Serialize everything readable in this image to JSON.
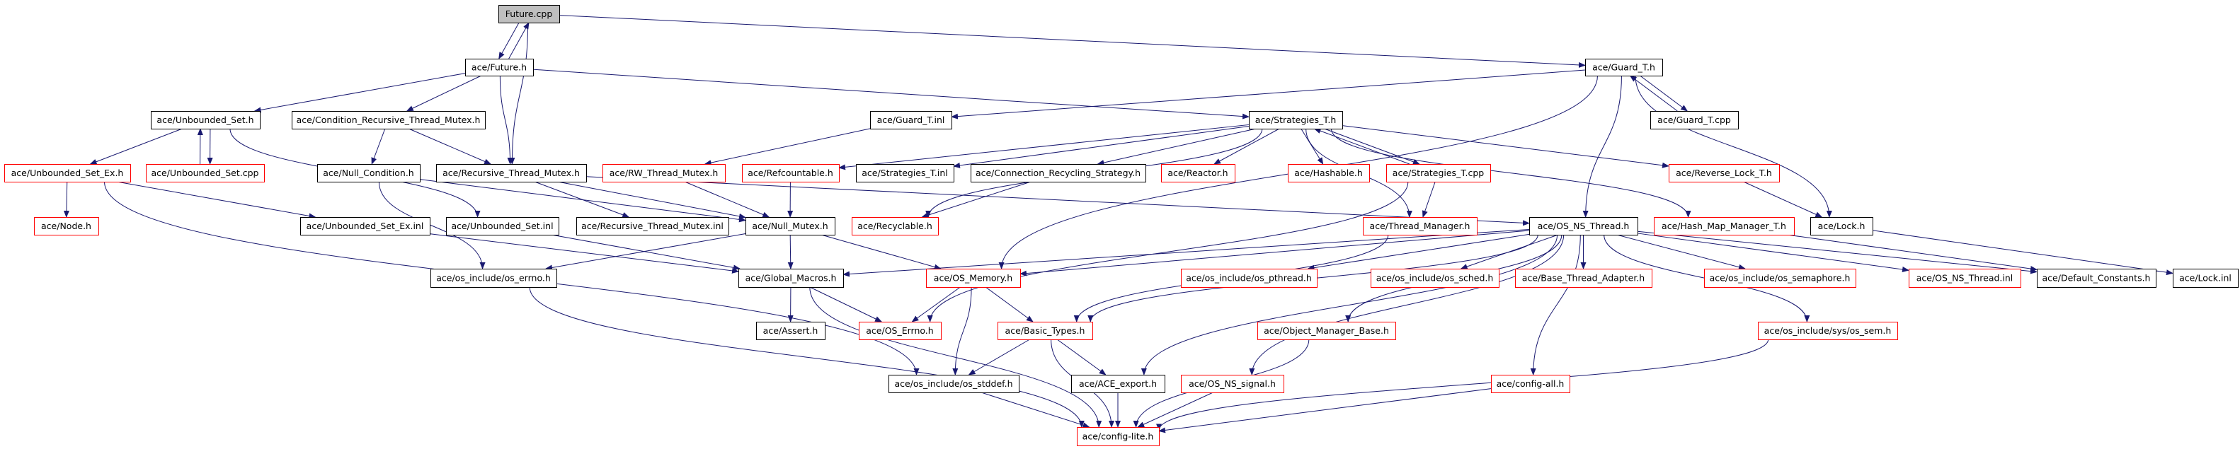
{
  "diagram": {
    "title": "Future.cpp include dependency graph",
    "colors": {
      "edge": "#191970",
      "root_fill": "#bfbfbf",
      "documented_border": "#000000",
      "undocumented_border": "#ff0000",
      "background": "#ffffff"
    },
    "legend_semantics": {
      "root": "file being documented (gray fill)",
      "documented": "black border",
      "undocumented": "red border"
    },
    "nodes": [
      {
        "id": "future_cpp",
        "label": "Future.cpp",
        "kind": "root"
      },
      {
        "id": "future_h",
        "label": "ace/Future.h",
        "kind": "documented"
      },
      {
        "id": "guard_t_h",
        "label": "ace/Guard_T.h",
        "kind": "documented"
      },
      {
        "id": "unbounded_set_h",
        "label": "ace/Unbounded_Set.h",
        "kind": "documented"
      },
      {
        "id": "cond_rec_thread_mutex_h",
        "label": "ace/Condition_Recursive_Thread_Mutex.h",
        "kind": "documented"
      },
      {
        "id": "guard_t_inl",
        "label": "ace/Guard_T.inl",
        "kind": "documented"
      },
      {
        "id": "strategies_t_h",
        "label": "ace/Strategies_T.h",
        "kind": "documented"
      },
      {
        "id": "guard_t_cpp",
        "label": "ace/Guard_T.cpp",
        "kind": "documented"
      },
      {
        "id": "unbounded_set_ex_h",
        "label": "ace/Unbounded_Set_Ex.h",
        "kind": "undocumented"
      },
      {
        "id": "unbounded_set_cpp",
        "label": "ace/Unbounded_Set.cpp",
        "kind": "undocumented"
      },
      {
        "id": "null_condition_h",
        "label": "ace/Null_Condition.h",
        "kind": "documented"
      },
      {
        "id": "rec_thread_mutex_h",
        "label": "ace/Recursive_Thread_Mutex.h",
        "kind": "documented"
      },
      {
        "id": "rw_thread_mutex_h",
        "label": "ace/RW_Thread_Mutex.h",
        "kind": "undocumented"
      },
      {
        "id": "refcountable_h",
        "label": "ace/Refcountable.h",
        "kind": "undocumented"
      },
      {
        "id": "strategies_t_inl",
        "label": "ace/Strategies_T.inl",
        "kind": "documented"
      },
      {
        "id": "conn_recycling_strategy_h",
        "label": "ace/Connection_Recycling_Strategy.h",
        "kind": "documented"
      },
      {
        "id": "reactor_h",
        "label": "ace/Reactor.h",
        "kind": "undocumented"
      },
      {
        "id": "hashable_h",
        "label": "ace/Hashable.h",
        "kind": "undocumented"
      },
      {
        "id": "strategies_t_cpp",
        "label": "ace/Strategies_T.cpp",
        "kind": "undocumented"
      },
      {
        "id": "reverse_lock_t_h",
        "label": "ace/Reverse_Lock_T.h",
        "kind": "undocumented"
      },
      {
        "id": "node_h",
        "label": "ace/Node.h",
        "kind": "undocumented"
      },
      {
        "id": "unbounded_set_ex_inl",
        "label": "ace/Unbounded_Set_Ex.inl",
        "kind": "documented"
      },
      {
        "id": "unbounded_set_inl",
        "label": "ace/Unbounded_Set.inl",
        "kind": "documented"
      },
      {
        "id": "rec_thread_mutex_inl",
        "label": "ace/Recursive_Thread_Mutex.inl",
        "kind": "documented"
      },
      {
        "id": "null_mutex_h",
        "label": "ace/Null_Mutex.h",
        "kind": "documented"
      },
      {
        "id": "recyclable_h",
        "label": "ace/Recyclable.h",
        "kind": "undocumented"
      },
      {
        "id": "thread_manager_h",
        "label": "ace/Thread_Manager.h",
        "kind": "undocumented"
      },
      {
        "id": "os_ns_thread_h",
        "label": "ace/OS_NS_Thread.h",
        "kind": "documented"
      },
      {
        "id": "hash_map_manager_t_h",
        "label": "ace/Hash_Map_Manager_T.h",
        "kind": "undocumented"
      },
      {
        "id": "lock_h",
        "label": "ace/Lock.h",
        "kind": "documented"
      },
      {
        "id": "os_errno_h",
        "label": "ace/os_include/os_errno.h",
        "kind": "documented"
      },
      {
        "id": "global_macros_h",
        "label": "ace/Global_Macros.h",
        "kind": "documented"
      },
      {
        "id": "os_memory_h",
        "label": "ace/OS_Memory.h",
        "kind": "undocumented"
      },
      {
        "id": "os_pthread_h",
        "label": "ace/os_include/os_pthread.h",
        "kind": "undocumented"
      },
      {
        "id": "os_sched_h",
        "label": "ace/os_include/os_sched.h",
        "kind": "undocumented"
      },
      {
        "id": "base_thread_adapter_h",
        "label": "ace/Base_Thread_Adapter.h",
        "kind": "undocumented"
      },
      {
        "id": "os_semaphore_h",
        "label": "ace/os_include/os_semaphore.h",
        "kind": "undocumented"
      },
      {
        "id": "os_ns_thread_inl",
        "label": "ace/OS_NS_Thread.inl",
        "kind": "undocumented"
      },
      {
        "id": "default_constants_h",
        "label": "ace/Default_Constants.h",
        "kind": "documented"
      },
      {
        "id": "lock_inl",
        "label": "ace/Lock.inl",
        "kind": "documented"
      },
      {
        "id": "assert_h",
        "label": "ace/Assert.h",
        "kind": "documented"
      },
      {
        "id": "os_errno_upper_h",
        "label": "ace/OS_Errno.h",
        "kind": "undocumented"
      },
      {
        "id": "basic_types_h",
        "label": "ace/Basic_Types.h",
        "kind": "undocumented"
      },
      {
        "id": "object_manager_base_h",
        "label": "ace/Object_Manager_Base.h",
        "kind": "undocumented"
      },
      {
        "id": "os_sem_h",
        "label": "ace/os_include/sys/os_sem.h",
        "kind": "undocumented"
      },
      {
        "id": "os_stddef_h",
        "label": "ace/os_include/os_stddef.h",
        "kind": "documented"
      },
      {
        "id": "ace_export_h",
        "label": "ace/ACE_export.h",
        "kind": "documented"
      },
      {
        "id": "os_ns_signal_h",
        "label": "ace/OS_NS_signal.h",
        "kind": "undocumented"
      },
      {
        "id": "config_all_h",
        "label": "ace/config-all.h",
        "kind": "undocumented"
      },
      {
        "id": "config_lite_h",
        "label": "ace/config-lite.h",
        "kind": "undocumented"
      }
    ],
    "edges": [
      [
        "future_cpp",
        "future_h"
      ],
      [
        "future_h",
        "future_cpp"
      ],
      [
        "future_cpp",
        "rec_thread_mutex_h"
      ],
      [
        "future_cpp",
        "guard_t_h"
      ],
      [
        "future_h",
        "unbounded_set_h"
      ],
      [
        "future_h",
        "cond_rec_thread_mutex_h"
      ],
      [
        "future_h",
        "rec_thread_mutex_h"
      ],
      [
        "future_h",
        "strategies_t_h"
      ],
      [
        "unbounded_set_h",
        "unbounded_set_ex_h"
      ],
      [
        "unbounded_set_h",
        "unbounded_set_cpp"
      ],
      [
        "unbounded_set_cpp",
        "unbounded_set_h"
      ],
      [
        "unbounded_set_h",
        "unbounded_set_inl"
      ],
      [
        "unbounded_set_ex_h",
        "node_h"
      ],
      [
        "unbounded_set_ex_h",
        "unbounded_set_ex_inl"
      ],
      [
        "unbounded_set_ex_h",
        "os_stddef_h"
      ],
      [
        "cond_rec_thread_mutex_h",
        "null_condition_h"
      ],
      [
        "cond_rec_thread_mutex_h",
        "rec_thread_mutex_h"
      ],
      [
        "null_condition_h",
        "os_errno_h"
      ],
      [
        "null_condition_h",
        "null_mutex_h"
      ],
      [
        "rec_thread_mutex_h",
        "rec_thread_mutex_inl"
      ],
      [
        "rec_thread_mutex_h",
        "null_mutex_h"
      ],
      [
        "rec_thread_mutex_h",
        "os_ns_thread_h"
      ],
      [
        "unbounded_set_ex_inl",
        "global_macros_h"
      ],
      [
        "unbounded_set_inl",
        "global_macros_h"
      ],
      [
        "null_mutex_h",
        "os_errno_h"
      ],
      [
        "null_mutex_h",
        "global_macros_h"
      ],
      [
        "null_mutex_h",
        "os_memory_h"
      ],
      [
        "os_errno_h",
        "config_lite_h"
      ],
      [
        "global_macros_h",
        "assert_h"
      ],
      [
        "global_macros_h",
        "os_errno_upper_h"
      ],
      [
        "global_macros_h",
        "config_lite_h"
      ],
      [
        "os_memory_h",
        "os_errno_upper_h"
      ],
      [
        "os_memory_h",
        "basic_types_h"
      ],
      [
        "os_memory_h",
        "os_stddef_h"
      ],
      [
        "basic_types_h",
        "os_stddef_h"
      ],
      [
        "basic_types_h",
        "ace_export_h"
      ],
      [
        "basic_types_h",
        "config_lite_h"
      ],
      [
        "os_stddef_h",
        "config_lite_h"
      ],
      [
        "ace_export_h",
        "config_lite_h"
      ],
      [
        "os_ns_signal_h",
        "config_lite_h"
      ],
      [
        "object_manager_base_h",
        "config_lite_h"
      ],
      [
        "config_all_h",
        "config_lite_h"
      ],
      [
        "os_sem_h",
        "config_lite_h"
      ],
      [
        "guard_t_h",
        "guard_t_inl"
      ],
      [
        "guard_t_h",
        "guard_t_cpp"
      ],
      [
        "guard_t_cpp",
        "guard_t_h"
      ],
      [
        "guard_t_h",
        "lock_h"
      ],
      [
        "guard_t_h",
        "os_ns_thread_h"
      ],
      [
        "guard_t_h",
        "os_memory_h"
      ],
      [
        "guard_t_inl",
        "rw_thread_mutex_h"
      ],
      [
        "rw_thread_mutex_h",
        "null_mutex_h"
      ],
      [
        "strategies_t_h",
        "refcountable_h"
      ],
      [
        "strategies_t_h",
        "strategies_t_inl"
      ],
      [
        "strategies_t_h",
        "conn_recycling_strategy_h"
      ],
      [
        "strategies_t_h",
        "reactor_h"
      ],
      [
        "strategies_t_h",
        "hashable_h"
      ],
      [
        "strategies_t_h",
        "strategies_t_cpp"
      ],
      [
        "strategies_t_cpp",
        "strategies_t_h"
      ],
      [
        "strategies_t_h",
        "thread_manager_h"
      ],
      [
        "strategies_t_h",
        "reverse_lock_t_h"
      ],
      [
        "strategies_t_h",
        "hash_map_manager_t_h"
      ],
      [
        "strategies_t_h",
        "recyclable_h"
      ],
      [
        "strategies_t_cpp",
        "thread_manager_h"
      ],
      [
        "strategies_t_cpp",
        "os_errno_upper_h"
      ],
      [
        "refcountable_h",
        "null_mutex_h"
      ],
      [
        "conn_recycling_strategy_h",
        "recyclable_h"
      ],
      [
        "thread_manager_h",
        "basic_types_h"
      ],
      [
        "reverse_lock_t_h",
        "lock_h"
      ],
      [
        "lock_h",
        "lock_inl"
      ],
      [
        "hash_map_manager_t_h",
        "default_constants_h"
      ],
      [
        "os_ns_thread_h",
        "global_macros_h"
      ],
      [
        "os_ns_thread_h",
        "os_memory_h"
      ],
      [
        "os_ns_thread_h",
        "basic_types_h"
      ],
      [
        "os_ns_thread_h",
        "ace_export_h"
      ],
      [
        "os_ns_thread_h",
        "os_ns_signal_h"
      ],
      [
        "os_ns_thread_h",
        "os_pthread_h"
      ],
      [
        "os_ns_thread_h",
        "object_manager_base_h"
      ],
      [
        "os_ns_thread_h",
        "os_sched_h"
      ],
      [
        "os_ns_thread_h",
        "base_thread_adapter_h"
      ],
      [
        "os_ns_thread_h",
        "config_all_h"
      ],
      [
        "os_ns_thread_h",
        "os_semaphore_h"
      ],
      [
        "os_ns_thread_h",
        "os_sem_h"
      ],
      [
        "os_ns_thread_h",
        "os_ns_thread_inl"
      ],
      [
        "os_ns_thread_h",
        "default_constants_h"
      ]
    ]
  }
}
